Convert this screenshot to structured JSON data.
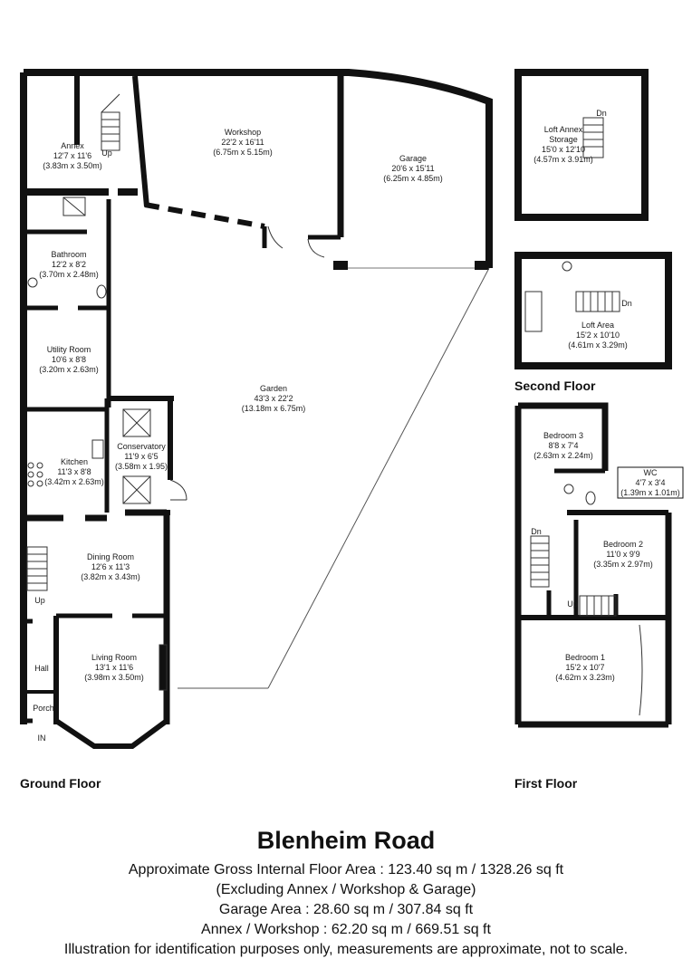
{
  "title": "Blenheim Road",
  "floors": {
    "ground": "Ground Floor",
    "first": "First Floor",
    "second": "Second Floor"
  },
  "rooms": {
    "annex": {
      "name": "Annex",
      "imperial": "12'7 x 11'6",
      "metric": "(3.83m x 3.50m)"
    },
    "workshop": {
      "name": "Workshop",
      "imperial": "22'2 x 16'11",
      "metric": "(6.75m x 5.15m)"
    },
    "garage": {
      "name": "Garage",
      "imperial": "20'6 x 15'11",
      "metric": "(6.25m x 4.85m)"
    },
    "bathroom": {
      "name": "Bathroom",
      "imperial": "12'2 x 8'2",
      "metric": "(3.70m x 2.48m)"
    },
    "utility": {
      "name": "Utility Room",
      "imperial": "10'6 x 8'8",
      "metric": "(3.20m x 2.63m)"
    },
    "garden": {
      "name": "Garden",
      "imperial": "43'3 x 22'2",
      "metric": "(13.18m x 6.75m)"
    },
    "conservatory": {
      "name": "Conservatory",
      "imperial": "11'9 x 6'5",
      "metric": "(3.58m x 1.95)"
    },
    "kitchen": {
      "name": "Kitchen",
      "imperial": "11'3 x 8'8",
      "metric": "(3.42m x 2.63m)"
    },
    "dining": {
      "name": "Dining Room",
      "imperial": "12'6 x 11'3",
      "metric": "(3.82m x 3.43m)"
    },
    "living": {
      "name": "Living Room",
      "imperial": "13'1 x 11'6",
      "metric": "(3.98m x 3.50m)"
    },
    "loft_annex": {
      "name": "Loft Annex",
      "name2": "Storage",
      "imperial": "15'0 x 12'10",
      "metric": "(4.57m x 3.91m)"
    },
    "loft_area": {
      "name": "Loft Area",
      "imperial": "15'2 x 10'10",
      "metric": "(4.61m x 3.29m)"
    },
    "bedroom3": {
      "name": "Bedroom 3",
      "imperial": "8'8 x 7'4",
      "metric": "(2.63m x 2.24m)"
    },
    "wc": {
      "name": "WC",
      "imperial": "4'7 x 3'4",
      "metric": "(1.39m x 1.01m)"
    },
    "bedroom2": {
      "name": "Bedroom 2",
      "imperial": "11'0 x 9'9",
      "metric": "(3.35m x 2.97m)"
    },
    "bedroom1": {
      "name": "Bedroom 1",
      "imperial": "15'2 x 10'7",
      "metric": "(4.62m x 3.23m)"
    }
  },
  "markers": {
    "up": "Up",
    "dn": "Dn",
    "hall": "Hall",
    "porch": "Porch",
    "in": "IN"
  },
  "summary": {
    "gross_area": "Approximate Gross Internal Floor Area : 123.40 sq m / 1328.26 sq ft",
    "exclusion": "(Excluding Annex / Workshop & Garage)",
    "garage_area": "Garage Area : 28.60 sq m / 307.84 sq ft",
    "annex_area": "Annex / Workshop : 62.20 sq m / 669.51 sq ft",
    "disclaimer": "Illustration for identification purposes only, measurements are approximate, not to scale."
  }
}
